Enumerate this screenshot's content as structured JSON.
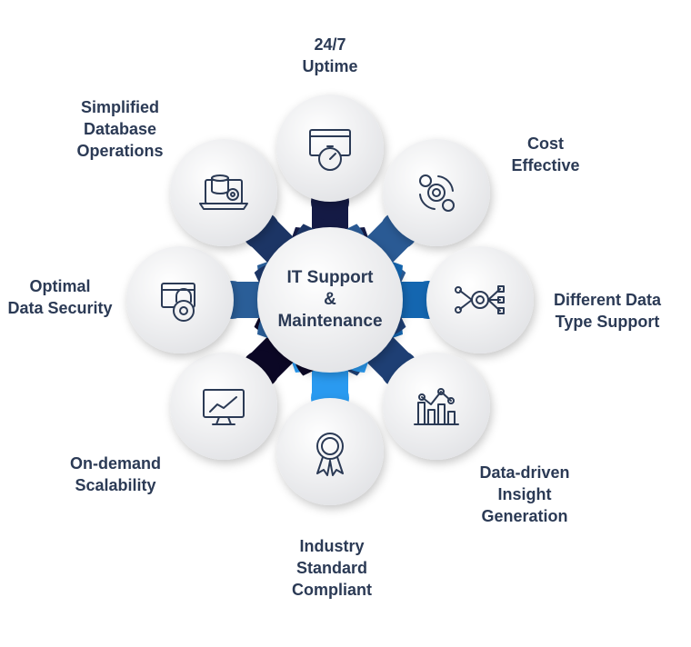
{
  "center": {
    "lines": [
      "IT Support",
      "&",
      "Maintenance"
    ]
  },
  "nodes": [
    {
      "id": "uptime",
      "lines": [
        "24/7",
        "Uptime"
      ],
      "icon": "stopwatch-browser-icon",
      "color": "#141a45"
    },
    {
      "id": "cost",
      "lines": [
        "Cost",
        "Effective"
      ],
      "icon": "dollar-gear-cycle-icon",
      "color": "#2a5a94"
    },
    {
      "id": "datatype",
      "lines": [
        "Different Data",
        "Type Support"
      ],
      "icon": "gear-network-icon",
      "color": "#1466b0"
    },
    {
      "id": "insight",
      "lines": [
        "Data-driven",
        "Insight",
        "Generation"
      ],
      "icon": "bar-chart-icon",
      "color": "#1e3f74"
    },
    {
      "id": "compliant",
      "lines": [
        "Industry",
        "Standard",
        "Compliant"
      ],
      "icon": "award-ribbon-icon",
      "color": "#2a9af0"
    },
    {
      "id": "scalability",
      "lines": [
        "On-demand",
        "Scalability"
      ],
      "icon": "monitor-graph-icon",
      "color": "#0b0725"
    },
    {
      "id": "security",
      "lines": [
        "Optimal",
        "Data Security"
      ],
      "icon": "browser-lock-icon",
      "color": "#2a5e98"
    },
    {
      "id": "database",
      "lines": [
        "Simplified",
        "Database",
        "Operations"
      ],
      "icon": "laptop-database-icon",
      "color": "#1c3565"
    }
  ],
  "colors": {
    "text": "#2b3a55",
    "icon": "#2b3a55"
  }
}
